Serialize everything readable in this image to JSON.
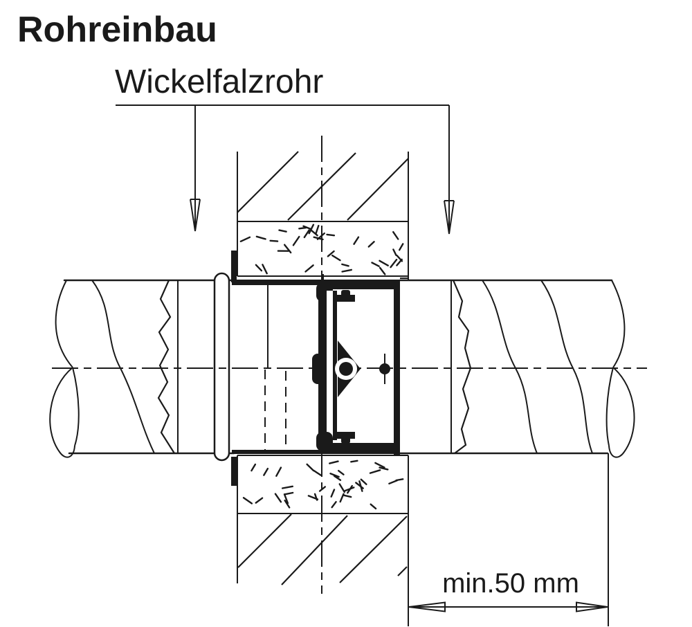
{
  "drawing": {
    "title": "Rohreinbau",
    "pipe_label": "Wickelfalzrohr",
    "dimension_label": "min.50 mm"
  },
  "colors": {
    "ink": "#1a1a1a",
    "background": "#ffffff"
  }
}
